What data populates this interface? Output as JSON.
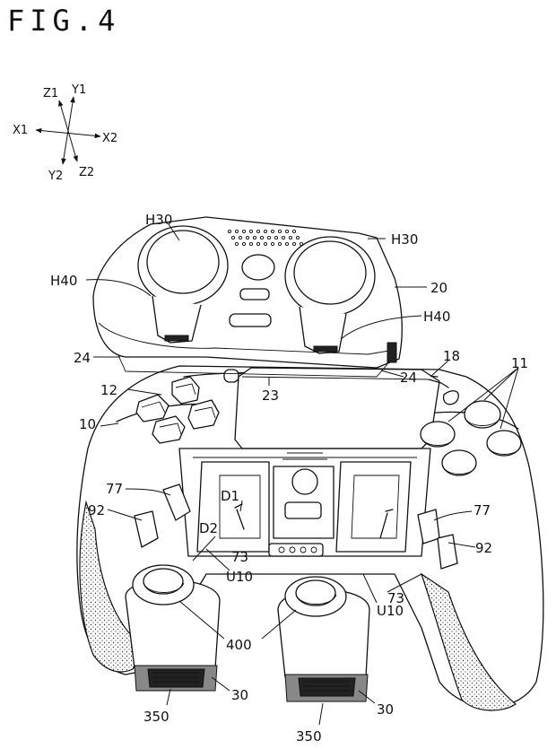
{
  "figure": {
    "title": "FIG.4"
  },
  "axes": {
    "z1": "Z1",
    "y1": "Y1",
    "x1": "X1",
    "x2": "X2",
    "y2": "Y2",
    "z2": "Z2"
  },
  "refs": {
    "r_h30_a": "H30",
    "r_h30_b": "H30",
    "r_h40_a": "H40",
    "r_h40_b": "H40",
    "r_20": "20",
    "r_24_a": "24",
    "r_24_b": "24",
    "r_23": "23",
    "r_18": "18",
    "r_12": "12",
    "r_11": "11",
    "r_10": "10",
    "r_77_a": "77",
    "r_77_b": "77",
    "r_92_a": "92",
    "r_92_b": "92",
    "r_d1": "D1",
    "r_d2": "D2",
    "r_73_a": "73",
    "r_73_b": "73",
    "r_u10_a": "U10",
    "r_u10_b": "U10",
    "r_400": "400",
    "r_30_a": "30",
    "r_30_b": "30",
    "r_350_a": "350",
    "r_350_b": "350"
  }
}
